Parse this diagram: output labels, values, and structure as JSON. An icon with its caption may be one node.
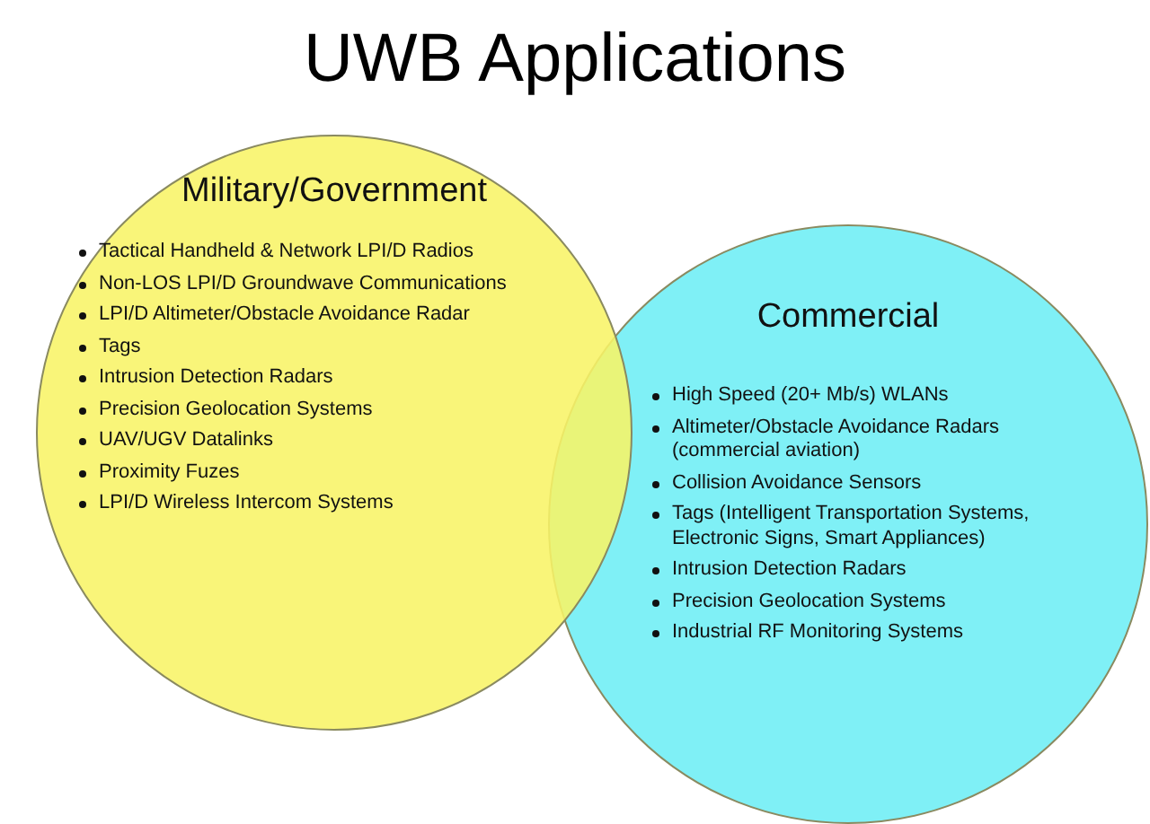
{
  "diagram": {
    "title": "UWB Applications",
    "nodes": [
      {
        "text": [
          "Military/Government",
          "Tactical Handheld & Network LPI/D Radios",
          "Non-LOS LPI/D Groundwave Communications",
          "LPI/D Altimeter/Obstacle Avoidance Radar",
          "Tags",
          "Intrusion Detection Radars",
          "Precision Geolocation Systems",
          "UAV/UGV Datalinks",
          "Proximity Fuzes",
          "LPI/D Wireless Intercom Systems"
        ]
      },
      {
        "text": [
          "Commercial",
          "High Speed (20+ Mb/s) WLANs",
          "Altimeter/Obstacle Avoidance Radars (commercial aviation)",
          "Collision Avoidance Sensors",
          "Tags (Intelligent Transportation Systems, Electronic Signs, Smart Appliances)",
          "Intrusion Detection Radars",
          "Precision Geolocation Systems",
          "Industrial RF Monitoring Systems"
        ]
      }
    ],
    "edges": []
  }
}
